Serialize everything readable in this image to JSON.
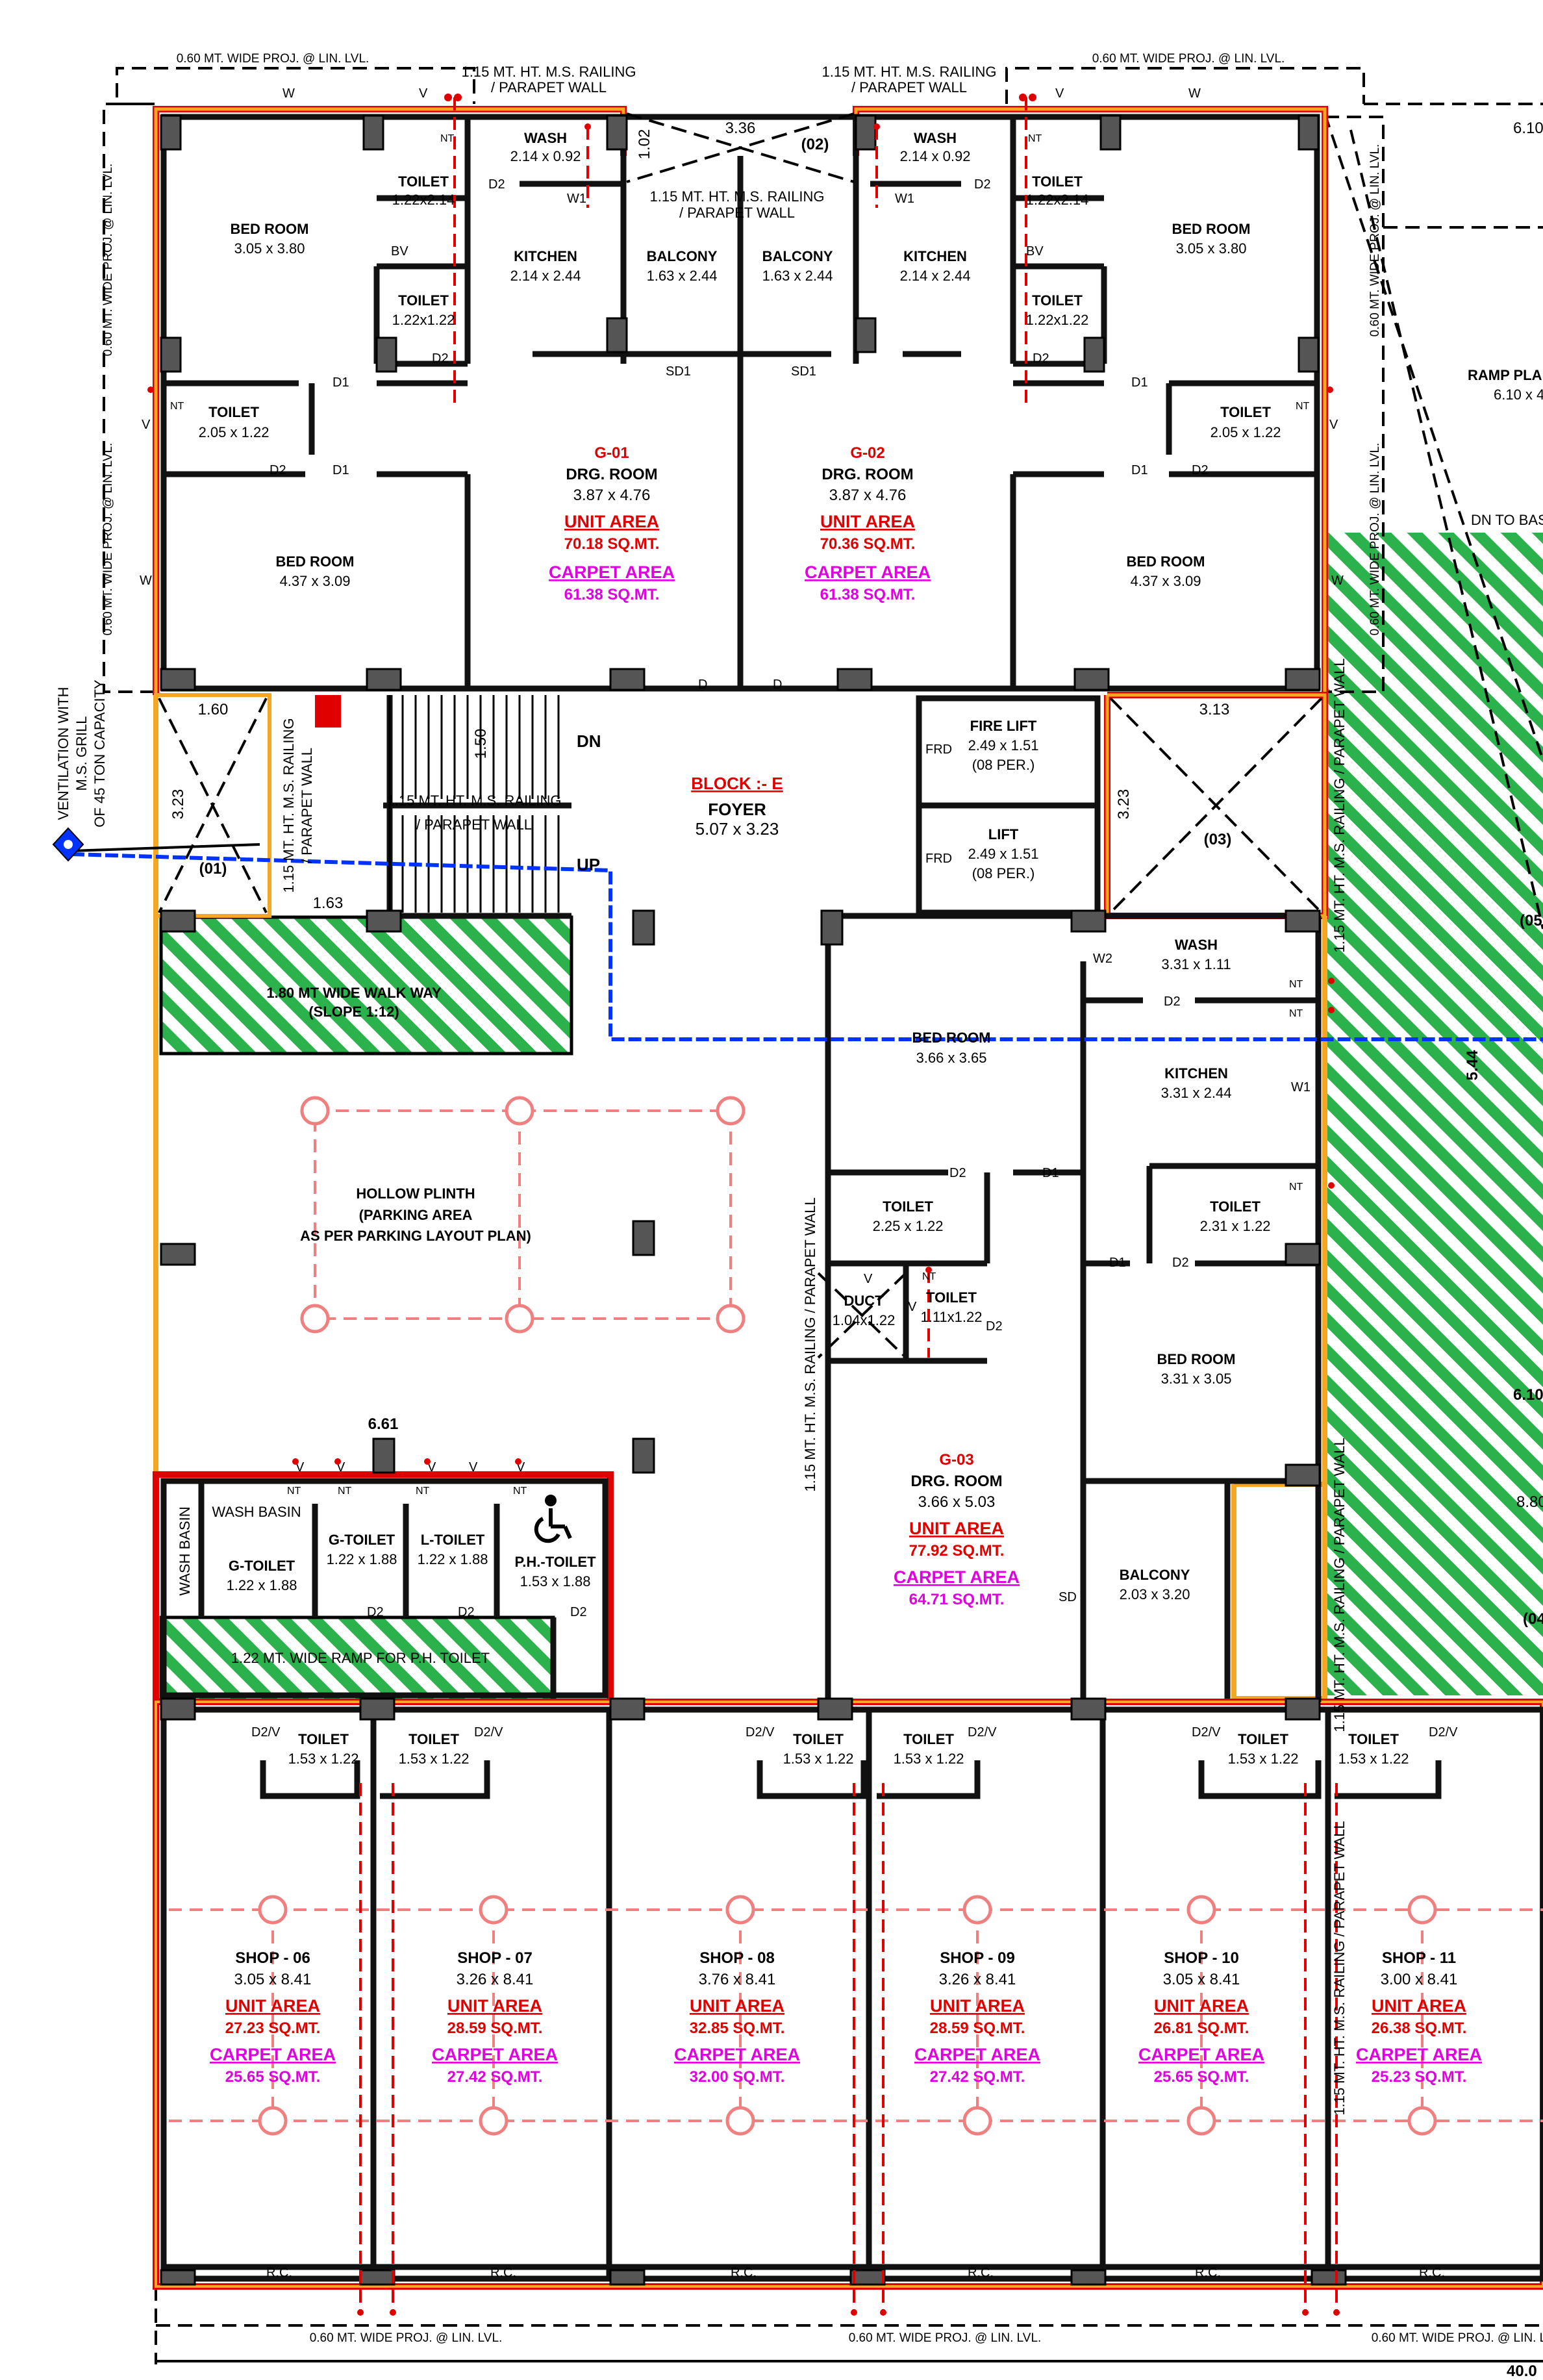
{
  "title_block": {
    "label": "BLOCK :- E",
    "foyer": "FOYER",
    "foyer_dim": "5.07 x 3.23"
  },
  "projections": {
    "top_left": "0.60 MT. WIDE PROJ. @ LIN. LVL.",
    "top_right": "0.60 MT. WIDE PROJ. @ LIN. LVL.",
    "bottom_left": "0.60 MT. WIDE PROJ. @ LIN. LVL.",
    "bottom_mid": "0.60 MT. WIDE PROJ. @ LIN. LVL.",
    "bottom_right": "0.60 MT. WIDE PROJ. @ LIN. LVL.",
    "left_1": "0.60 MT. WIDE PROJ. @ LIN. LVL.",
    "left_2": "0.60 MT. WIDE PROJ. @ LIN. LVL.",
    "right_1": "0.60 MT. WIDE PROJ. @ LIN. LVL.",
    "right_2": "0.60 MT. WIDE PROJ. @ LIN. LVL."
  },
  "railings": {
    "top_a": "1.15 MT. HT. M.S. RAILING",
    "top_a2": "/ PARAPET WALL",
    "top_b": "1.15 MT. HT. M.S. RAILING",
    "top_b2": "/ PARAPET WALL",
    "mid": "1.15 MT. HT. M.S. RAILING",
    "mid2": "/ PARAPET WALL",
    "stair": "1.15 MT. HT. M.S. RAILING",
    "stair2": "/ PARAPET WALL",
    "vertical_left": "1.15 MT. HT. M.S. RAILING",
    "vertical_left2": "/ PARAPET WALL",
    "vertical_mid": "1.15 MT. HT. M.S. RAILING / PARAPET WALL",
    "vertical_right1": "1.15 MT. HT. M.S. RAILING / PARAPET WALL",
    "vertical_right2": "1.15 MT. HT. M.S. RAILING / PARAPET WALL",
    "vertical_right3": "1.15 MT. HT. M.S. RAILING / PARAPET WALL"
  },
  "ventilation": {
    "line1": "VENTILATION WITH",
    "line2": "M.S. GRILL",
    "line3": "OF 45 TON CAPACITY"
  },
  "shafts": {
    "s01": "(01)",
    "s02": "(02)",
    "s03": "(03)",
    "s04": "(04",
    "s05": "(05"
  },
  "dims": {
    "d336": "3.36",
    "d102": "1.02",
    "d160": "1.60",
    "d323a": "3.23",
    "d163": "1.63",
    "d150": "1.50",
    "d313": "3.13",
    "d323b": "3.23",
    "d661": "6.61",
    "d544": "5.44",
    "d610a": "6.10",
    "d610b": "6.10",
    "d880": "8.80",
    "d4000": "40.0"
  },
  "ramp": {
    "title": "RAMP PLA",
    "dim": "6.10 x 4",
    "dn": "DN TO BAS"
  },
  "stair": {
    "dn": "DN",
    "up": "UP"
  },
  "units": [
    {
      "id": "G-01",
      "room": "DRG. ROOM",
      "dim": "3.87 x 4.76",
      "ua_label": "UNIT AREA",
      "ua_val": "70.18 SQ.MT.",
      "ca_label": "CARPET AREA",
      "ca_val": "61.38 SQ.MT."
    },
    {
      "id": "G-02",
      "room": "DRG. ROOM",
      "dim": "3.87 x 4.76",
      "ua_label": "UNIT AREA",
      "ua_val": "70.36 SQ.MT.",
      "ca_label": "CARPET AREA",
      "ca_val": "61.38 SQ.MT."
    },
    {
      "id": "G-03",
      "room": "DRG. ROOM",
      "dim": "3.66 x 5.03",
      "ua_label": "UNIT AREA",
      "ua_val": "77.92 SQ.MT.",
      "ca_label": "CARPET AREA",
      "ca_val": "64.71 SQ.MT."
    }
  ],
  "rooms": {
    "br1_name": "BED ROOM",
    "br1_dim": "3.05 x 3.80",
    "t1_name": "TOILET",
    "t1_dim": "1.22x2.14",
    "wash1_name": "WASH",
    "wash1_dim": "2.14 x 0.92",
    "k1_name": "KITCHEN",
    "k1_dim": "2.14 x 2.44",
    "bal1_name": "BALCONY",
    "bal1_dim": "1.63 x 2.44",
    "t2_name": "TOILET",
    "t2_dim": "1.22x1.22",
    "t3_name": "TOILET",
    "t3_dim": "2.05 x 1.22",
    "br2_name": "BED ROOM",
    "br2_dim": "4.37 x 3.09",
    "br3_name": "BED ROOM",
    "br3_dim": "3.05 x 3.80",
    "t4_name": "TOILET",
    "t4_dim": "1.22x2.14",
    "wash2_name": "WASH",
    "wash2_dim": "2.14 x 0.92",
    "k2_name": "KITCHEN",
    "k2_dim": "2.14 x 2.44",
    "bal2_name": "BALCONY",
    "bal2_dim": "1.63 x 2.44",
    "t5_name": "TOILET",
    "t5_dim": "1.22x1.22",
    "t6_name": "TOILET",
    "t6_dim": "2.05 x 1.22",
    "br4_name": "BED ROOM",
    "br4_dim": "4.37 x 3.09",
    "fire_lift": "FIRE LIFT",
    "fire_lift_dim": "2.49 x 1.51",
    "fire_lift_cap": "(08 PER.)",
    "lift": "LIFT",
    "lift_dim": "2.49 x 1.51",
    "lift_cap": "(08 PER.)",
    "wash3_name": "WASH",
    "wash3_dim": "3.31 x 1.11",
    "k3_name": "KITCHEN",
    "k3_dim": "3.31 x 2.44",
    "br5_name": "BED ROOM",
    "br5_dim": "3.66 x 3.65",
    "t7_name": "TOILET",
    "t7_dim": "2.25 x 1.22",
    "t8_name": "TOILET",
    "t8_dim": "2.31 x 1.22",
    "duct_name": "DUCT",
    "duct_dim": "1.04x1.22",
    "t9_name": "TOILET",
    "t9_dim": "1.11x1.22",
    "br6_name": "BED ROOM",
    "br6_dim": "3.31 x 3.05",
    "bal3_name": "BALCONY",
    "bal3_dim": "2.03 x 3.20",
    "walkway1": "1.80 MT WIDE WALK WAY",
    "walkway2": "(SLOPE 1:12)",
    "hollow1": "HOLLOW PLINTH",
    "hollow2": "(PARKING AREA",
    "hollow3": "AS PER PARKING LAYOUT PLAN)",
    "washbasin_v": "WASH BASIN",
    "washbasin_h": "WASH BASIN",
    "gt1_name": "G-TOILET",
    "gt1_dim": "1.22 x 1.88",
    "gt2_name": "G-TOILET",
    "gt2_dim": "1.22 x 1.88",
    "lt_name": "L-TOILET",
    "lt_dim": "1.22 x 1.88",
    "ph_name": "P.H.-TOILET",
    "ph_dim": "1.53 x 1.88",
    "ramp_ph": "1.22 MT. WIDE RAMP FOR P.H. TOILET"
  },
  "door_tags": {
    "w": "W",
    "v": "V",
    "nt": "NT",
    "d": "D",
    "d1": "D1",
    "d2": "D2",
    "w1": "W1",
    "w2": "W2",
    "bv": "BV",
    "sd": "SD",
    "sd1": "SD1",
    "frd": "FRD",
    "d2v": "D2/V",
    "rc": "R.C."
  },
  "shops": [
    {
      "name": "SHOP - 06",
      "dim": "3.05 x 8.41",
      "ua_label": "UNIT AREA",
      "ua": "27.23 SQ.MT.",
      "ca_label": "CARPET AREA",
      "ca": "25.65 SQ.MT.",
      "toilet": "TOILET",
      "toilet_dim": "1.53 x 1.22"
    },
    {
      "name": "SHOP - 07",
      "dim": "3.26 x 8.41",
      "ua_label": "UNIT AREA",
      "ua": "28.59 SQ.MT.",
      "ca_label": "CARPET AREA",
      "ca": "27.42 SQ.MT.",
      "toilet": "TOILET",
      "toilet_dim": "1.53 x 1.22"
    },
    {
      "name": "SHOP - 08",
      "dim": "3.76 x 8.41",
      "ua_label": "UNIT AREA",
      "ua": "32.85 SQ.MT.",
      "ca_label": "CARPET AREA",
      "ca": "32.00 SQ.MT.",
      "toilet": "TOILET",
      "toilet_dim": "1.53 x 1.22"
    },
    {
      "name": "SHOP - 09",
      "dim": "3.26 x 8.41",
      "ua_label": "UNIT AREA",
      "ua": "28.59 SQ.MT.",
      "ca_label": "CARPET AREA",
      "ca": "27.42 SQ.MT.",
      "toilet": "TOILET",
      "toilet_dim": "1.53 x 1.22"
    },
    {
      "name": "SHOP - 10",
      "dim": "3.05 x 8.41",
      "ua_label": "UNIT AREA",
      "ua": "26.81 SQ.MT.",
      "ca_label": "CARPET AREA",
      "ca": "25.65 SQ.MT.",
      "toilet": "TOILET",
      "toilet_dim": "1.53 x 1.22"
    },
    {
      "name": "SHOP - 11",
      "dim": "3.00 x 8.41",
      "ua_label": "UNIT AREA",
      "ua": "26.38 SQ.MT.",
      "ca_label": "CARPET AREA",
      "ca": "25.23 SQ.MT.",
      "toilet": "TOILET",
      "toilet_dim": "1.53 x 1.22"
    }
  ],
  "colors": {
    "orange": "#f5a623",
    "red": "#e00000",
    "magenta": "#e000e0",
    "green": "#2bb24c",
    "blue": "#0033ff"
  }
}
